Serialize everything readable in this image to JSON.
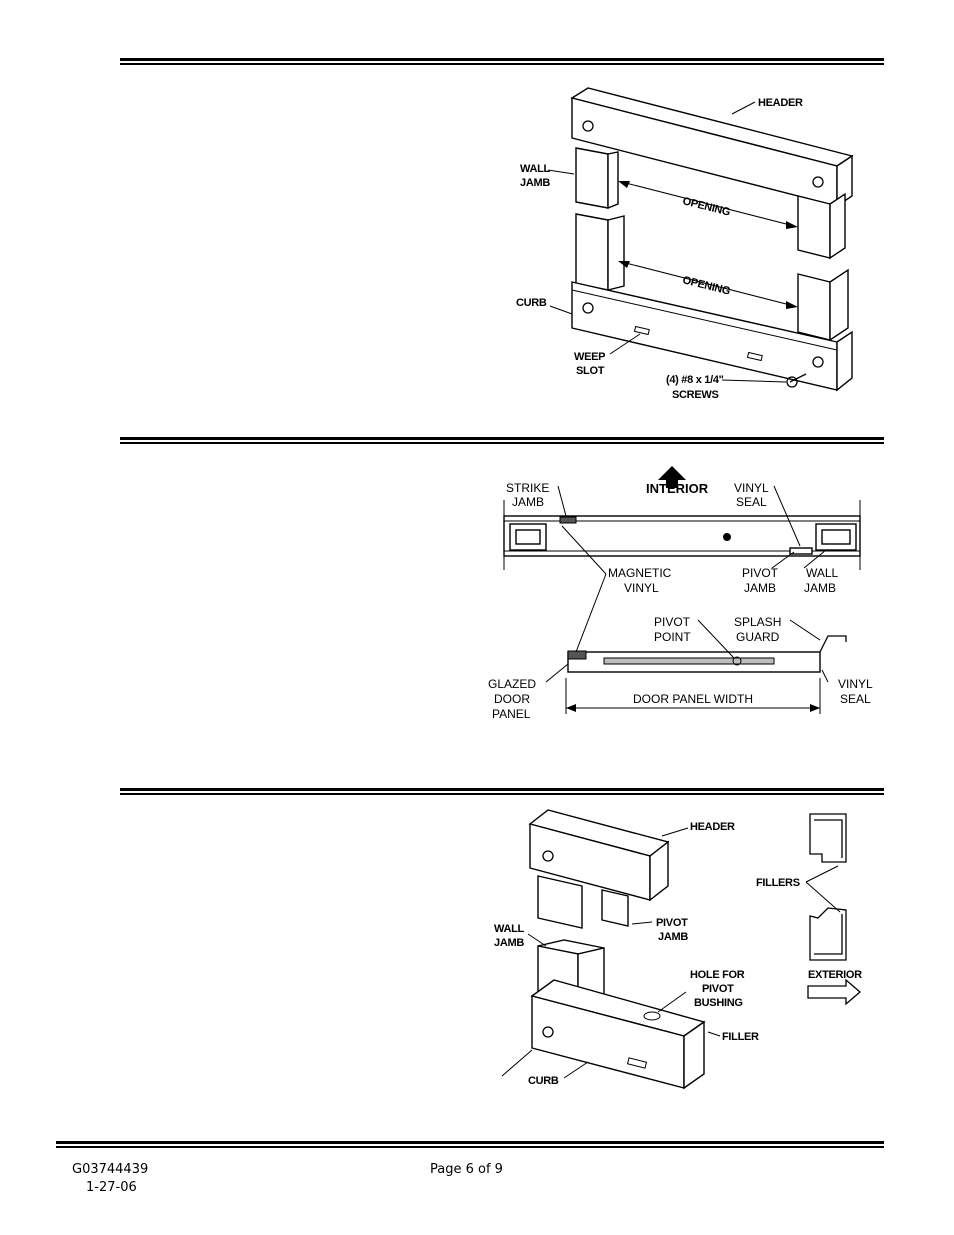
{
  "figure1": {
    "labels": {
      "header": "HEADER",
      "wall_jamb_1": "WALL",
      "wall_jamb_2": "JAMB",
      "opening_top": "OPENING",
      "opening_bottom": "OPENING",
      "curb": "CURB",
      "weep_1": "WEEP",
      "weep_2": "SLOT",
      "screws_1": "(4) #8 x 1/4\"",
      "screws_2": "SCREWS"
    }
  },
  "figure2": {
    "labels": {
      "interior": "INTERIOR",
      "strike_1": "STRIKE",
      "strike_2": "JAMB",
      "vinyl_seal_top_1": "VINYL",
      "vinyl_seal_top_2": "SEAL",
      "magnetic_1": "MAGNETIC",
      "magnetic_2": "VINYL",
      "pivot_jamb_1": "PIVOT",
      "pivot_jamb_2": "JAMB",
      "wall_jamb_1": "WALL",
      "wall_jamb_2": "JAMB",
      "pivot_point_1": "PIVOT",
      "pivot_point_2": "POINT",
      "splash_1": "SPLASH",
      "splash_2": "GUARD",
      "glazed_1": "GLAZED",
      "glazed_2": "DOOR",
      "glazed_3": "PANEL",
      "door_width": "DOOR PANEL WIDTH",
      "vinyl_seal_bottom_1": "VINYL",
      "vinyl_seal_bottom_2": "SEAL"
    }
  },
  "figure3": {
    "labels": {
      "header": "HEADER",
      "wall_jamb_1": "WALL",
      "wall_jamb_2": "JAMB",
      "pivot_jamb_1": "PIVOT",
      "pivot_jamb_2": "JAMB",
      "hole_1": "HOLE FOR",
      "hole_2": "PIVOT",
      "hole_3": "BUSHING",
      "filler": "FILLER",
      "curb": "CURB",
      "fillers": "FILLERS",
      "exterior": "EXTERIOR"
    }
  },
  "footer": {
    "doc_number": "G03744439",
    "date": "1-27-06",
    "page": "Page 6 of 9"
  }
}
